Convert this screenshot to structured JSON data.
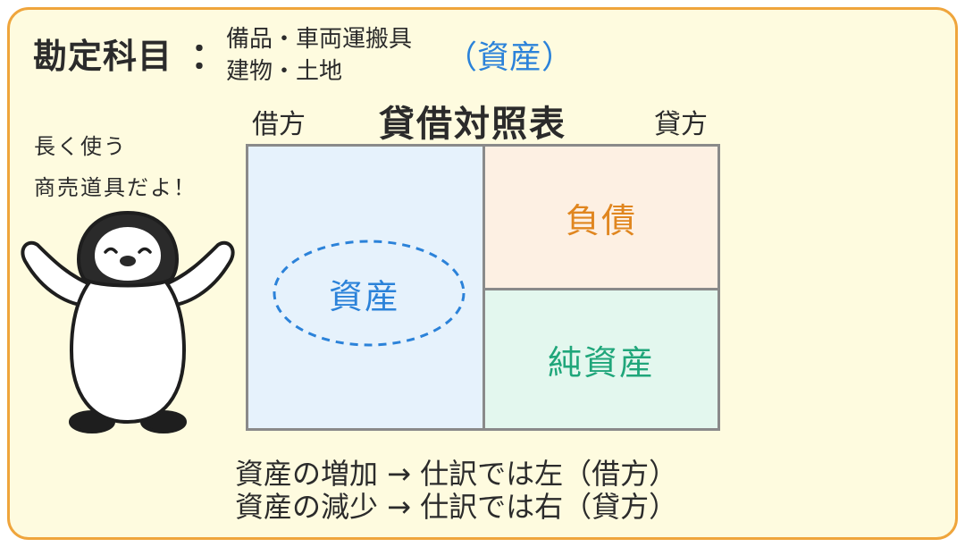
{
  "header": {
    "title": "勘定科目",
    "colon": "：",
    "items_line1": "備品・車両運搬具",
    "items_line2": "建物・土地",
    "category": "（資産）"
  },
  "speech": {
    "line1": "長く使う",
    "line2": "商売道具だよ！"
  },
  "balance_sheet": {
    "title": "貸借対照表",
    "debit_side": "借方",
    "credit_side": "貸方",
    "assets": "資産",
    "liabilities": "負債",
    "net_assets": "純資産"
  },
  "rules": {
    "increase": "資産の増加 → 仕訳では左（借方）",
    "decrease": "資産の減少 → 仕訳では右（貸方）"
  },
  "colors": {
    "card_background": "#fefbdf",
    "card_border": "#efa53c",
    "assets": "#2b82d9",
    "liabilities": "#e0861f",
    "net_assets": "#1fa67a"
  }
}
